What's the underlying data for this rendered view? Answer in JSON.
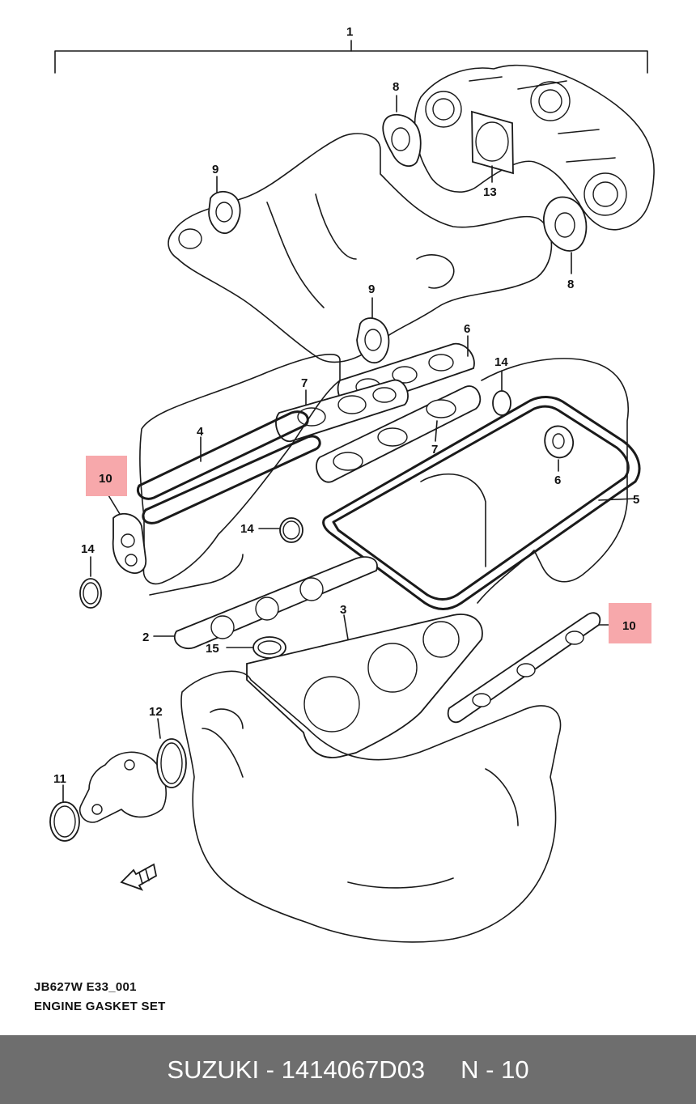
{
  "diagram": {
    "callouts": {
      "c1": "1",
      "c2": "2",
      "c3": "3",
      "c4": "4",
      "c5": "5",
      "c6a": "6",
      "c6b": "6",
      "c7a": "7",
      "c7b": "7",
      "c8a": "8",
      "c8b": "8",
      "c9a": "9",
      "c9b": "9",
      "c10a": "10",
      "c10b": "10",
      "c11": "11",
      "c12": "12",
      "c13": "13",
      "c14a": "14",
      "c14b": "14",
      "c14c": "14",
      "c15": "15"
    },
    "highlight_color": "#f7a8ab"
  },
  "caption": {
    "code": "JB627W E33_001",
    "title": "ENGINE GASKET SET"
  },
  "footer": {
    "part": "SUZUKI - 1414067D03",
    "ref": "N - 10",
    "background": "#6e6e6e"
  }
}
